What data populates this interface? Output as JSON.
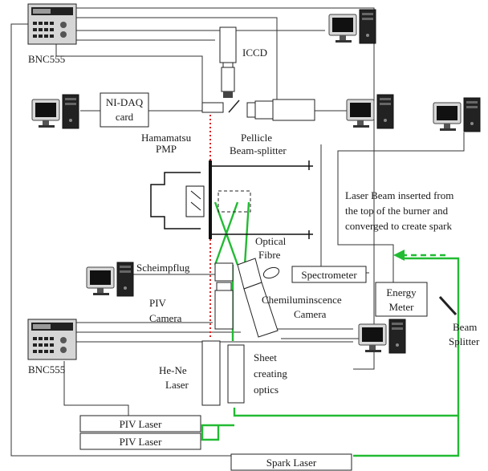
{
  "labels": {
    "bnc_top": "BNC555",
    "bnc_bottom": "BNC555",
    "iccd": "ICCD",
    "nidaq_1": "NI-DAQ",
    "nidaq_2": "card",
    "hamamatsu_1": "Hamamatsu",
    "hamamatsu_2": "PMP",
    "pellicle_1": "Pellicle",
    "pellicle_2": "Beam-splitter",
    "laser_note_1": "Laser Beam inserted from",
    "laser_note_2": "the top of the burner and",
    "laser_note_3": "converged to create spark",
    "optical_1": "Optical",
    "optical_2": "Fibre",
    "scheimpflug": "Scheimpflug",
    "spectrometer": "Spectrometer",
    "energy_1": "Energy",
    "energy_2": "Meter",
    "piv_cam_1": "PIV",
    "piv_cam_2": "Camera",
    "chemi_1": "Chemiluminscence",
    "chemi_2": "Camera",
    "beam_split_1": "Beam",
    "beam_split_2": "Splitter",
    "hene_1": "He-Ne",
    "hene_2": "Laser",
    "sheet_1": "Sheet",
    "sheet_2": "creating",
    "sheet_3": "optics",
    "piv_laser_1": "PIV Laser",
    "piv_laser_2": "PIV Laser",
    "spark_laser": "Spark Laser"
  },
  "colors": {
    "beam_green": "#22bb33",
    "beam_red": "#dd2222",
    "lines": "#333333"
  },
  "icons": [
    "pulse-generator-icon",
    "computer-icon",
    "camera-icon",
    "laser-icon"
  ]
}
